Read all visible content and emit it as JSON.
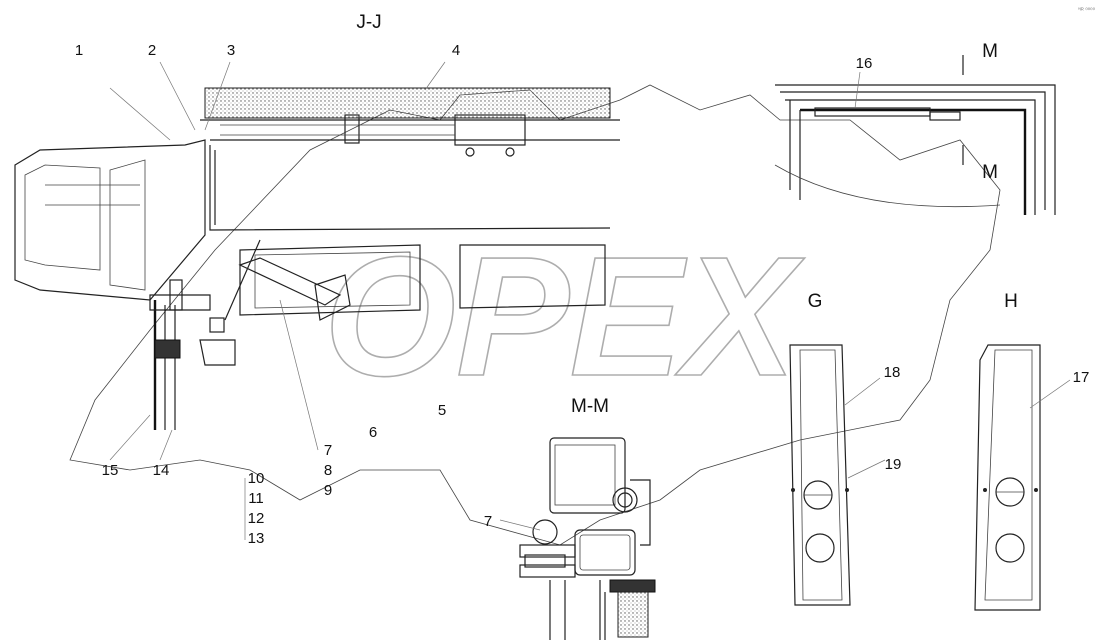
{
  "watermark": "OPEX",
  "corner_mark": "°ᴵᴿ ⁰⁰⁰⁰",
  "views": {
    "jj": "J-J",
    "mm": "M-M",
    "g": "G",
    "h": "H",
    "m_top": "M",
    "m_bottom": "M"
  },
  "callouts": {
    "c1": "1",
    "c2": "2",
    "c3": "3",
    "c4": "4",
    "c5": "5",
    "c6": "6",
    "c7a": "7",
    "c8": "8",
    "c9": "9",
    "c10": "10",
    "c11": "11",
    "c12": "12",
    "c13": "13",
    "c14": "14",
    "c15": "15",
    "c16": "16",
    "c17": "17",
    "c18": "18",
    "c19": "19",
    "c7b": "7"
  }
}
